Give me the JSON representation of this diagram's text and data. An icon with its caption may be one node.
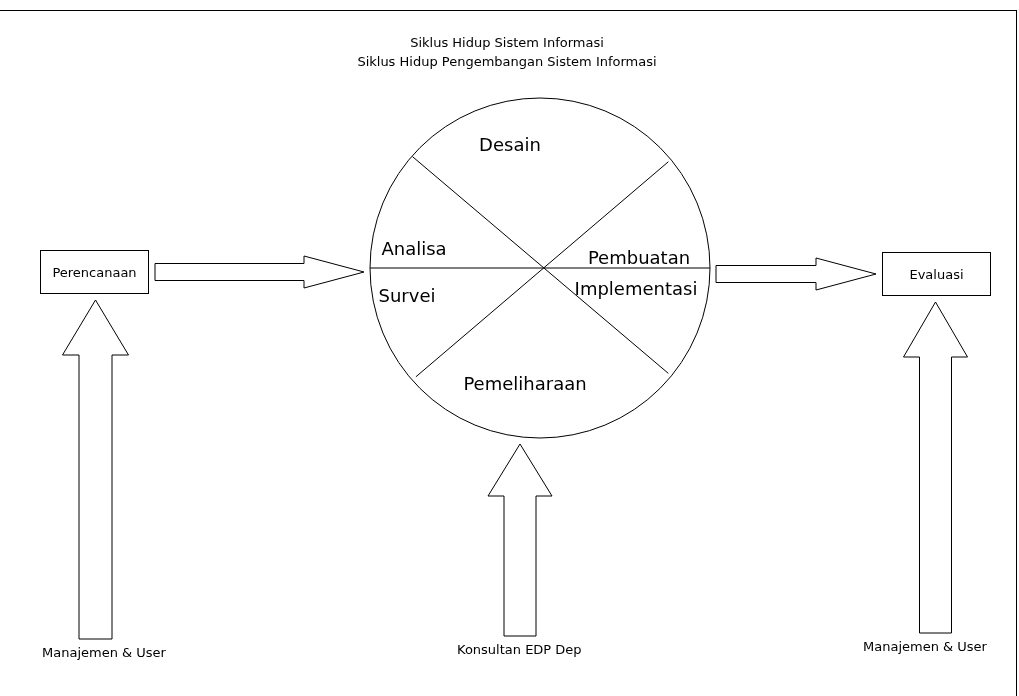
{
  "diagram": {
    "title": "Siklus Hidup Sistem Informasi",
    "nodes": [
      {
        "text": [
          "Perencanaan"
        ]
      },
      {
        "text": [
          "Desain",
          "Analisa",
          "Pembuatan",
          "Survei",
          "Implementasi",
          "Pemeliharaan"
        ]
      },
      {
        "text": [
          "Evaluasi"
        ]
      },
      {
        "text": [
          "Manajemen & User"
        ]
      },
      {
        "text": [
          "Konsultan EDP Dep"
        ]
      },
      {
        "text": [
          "Manajemen & User"
        ]
      }
    ],
    "edges": [
      {
        "from": 0,
        "to": 1,
        "arrow": "to"
      },
      {
        "from": 1,
        "to": 2,
        "arrow": "to"
      },
      {
        "from": 3,
        "to": 0,
        "arrow": "to"
      },
      {
        "from": 4,
        "to": 1,
        "arrow": "to"
      },
      {
        "from": 5,
        "to": 2,
        "arrow": "to"
      }
    ],
    "labels": [
      "Siklus Hidup Pengembangan Sistem Informasi"
    ]
  }
}
